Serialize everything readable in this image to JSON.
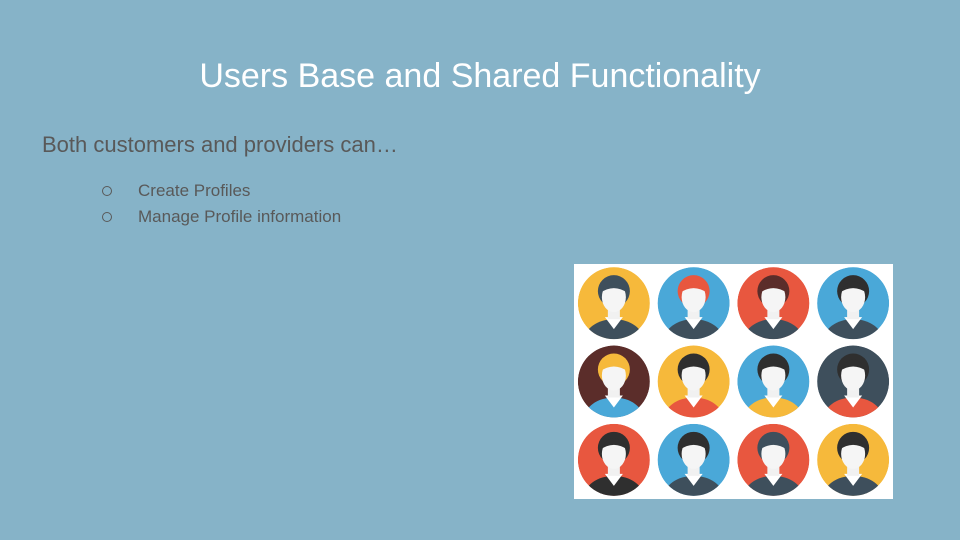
{
  "slide": {
    "title": "Users Base and Shared Functionality",
    "subtitle": "Both customers and providers can…",
    "bullets": [
      "Create Profiles",
      "Manage Profile information"
    ]
  },
  "image": {
    "icon": "user-avatars-grid-icon",
    "rows": 3,
    "cols": 4,
    "circle_colors": [
      [
        "#f6b93b",
        "#4aa8d8",
        "#e8573f",
        "#4aa8d8"
      ],
      [
        "#5b2d2a",
        "#f6b93b",
        "#4aa8d8",
        "#3e4f5c"
      ],
      [
        "#e8573f",
        "#4aa8d8",
        "#e8573f",
        "#f6b93b"
      ]
    ],
    "shirt_colors": [
      [
        "#3e4f5c",
        "#3e4f5c",
        "#3e4f5c",
        "#3e4f5c"
      ],
      [
        "#4aa8d8",
        "#e8573f",
        "#f6b93b",
        "#e8573f"
      ],
      [
        "#2f2f2f",
        "#3e4f5c",
        "#3e4f5c",
        "#3e4f5c"
      ]
    ],
    "hair_colors": [
      [
        "#3e4f5c",
        "#e8573f",
        "#5b2d2a",
        "#2f2f2f"
      ],
      [
        "#f6b93b",
        "#2f2f2f",
        "#2f2f2f",
        "#2f2f2f"
      ],
      [
        "#2f2f2f",
        "#2f2f2f",
        "#3e4f5c",
        "#2f2f2f"
      ]
    ]
  }
}
